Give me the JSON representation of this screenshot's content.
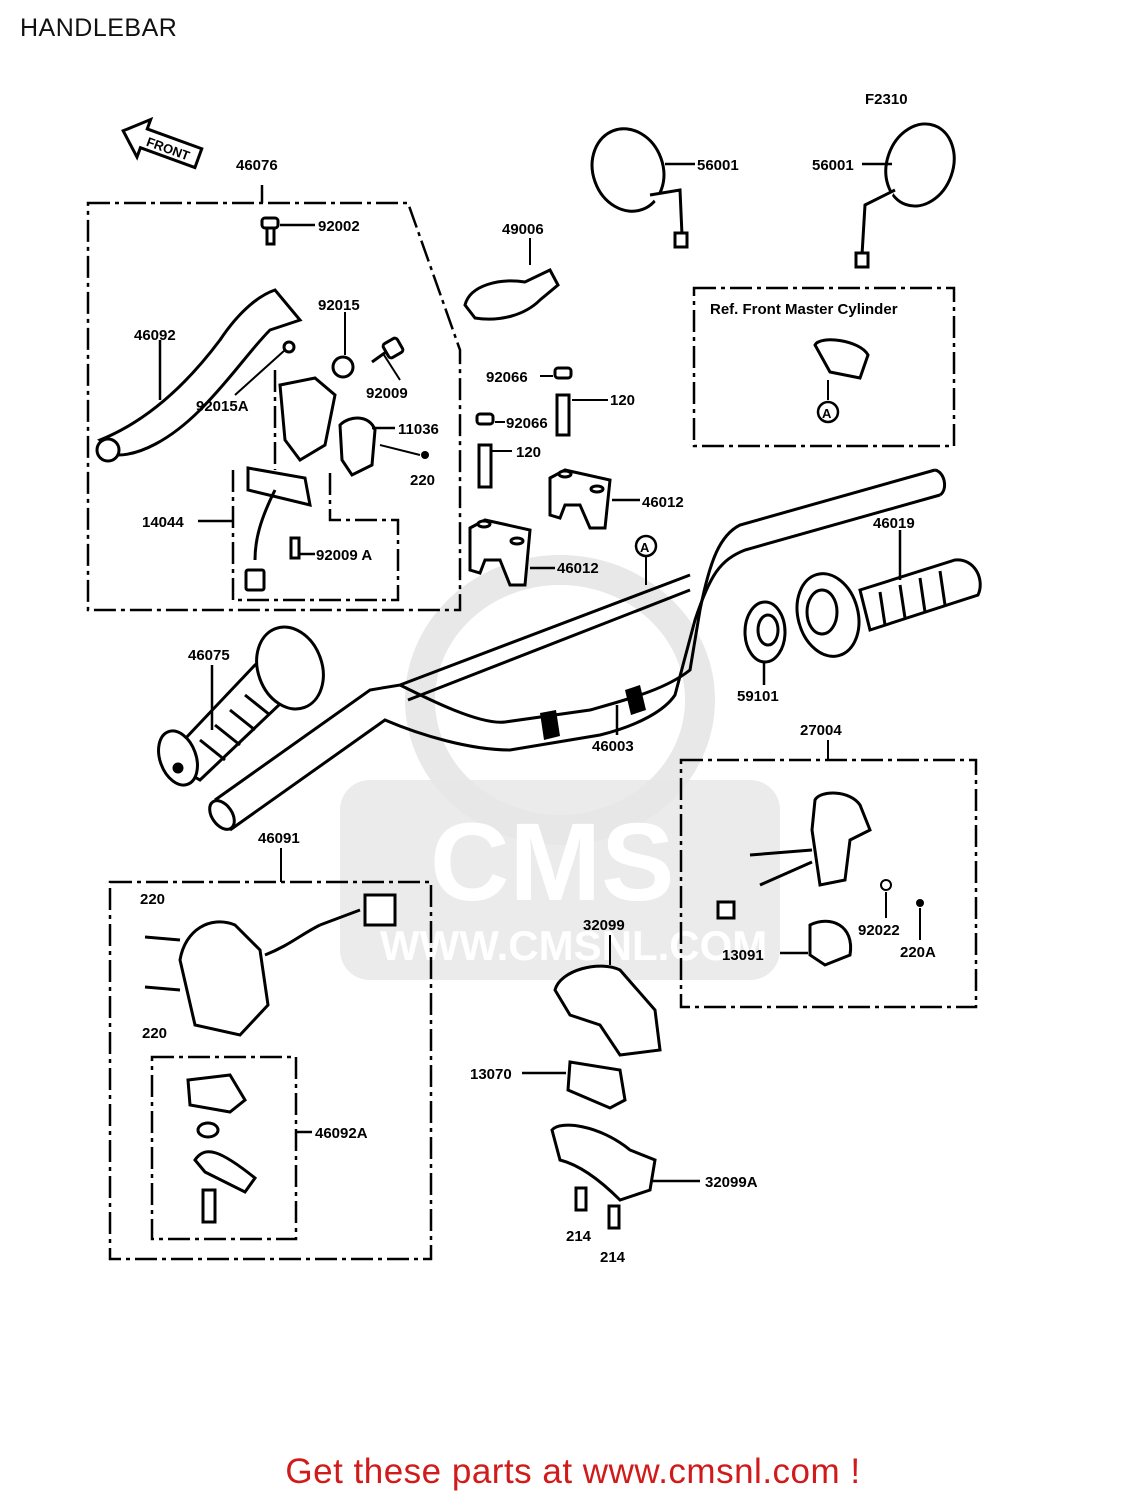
{
  "page": {
    "title": "HANDLEBAR",
    "footer": "Get these parts at www.cmsnl.com !"
  },
  "diagram": {
    "figure_code": "F2310",
    "front_label": "FRONT",
    "ref_note": "Ref. Front Master Cylinder",
    "ref_marker": "A",
    "watermark_logo": "CMS",
    "watermark_url": "WWW.CMSNL.COM",
    "parts": {
      "p46076": "46076",
      "p92002": "92002",
      "p92015": "92015",
      "p46092": "46092",
      "p92009": "92009",
      "p92015A": "92015A",
      "p11036": "11036",
      "p220_top": "220",
      "p14044": "14044",
      "p92009A": "92009 A",
      "p49006": "49006",
      "p56001_left": "56001",
      "p56001_right": "56001",
      "p92066_a": "92066",
      "p120_a": "120",
      "p92066_b": "92066",
      "p120_b": "120",
      "p46012_a": "46012",
      "p46012_b": "46012",
      "p46019": "46019",
      "p46075": "46075",
      "p59101": "59101",
      "p46003": "46003",
      "p27004": "27004",
      "p46091": "46091",
      "p220_a": "220",
      "p220_b": "220",
      "p46092A": "46092A",
      "p32099": "32099",
      "p13070": "13070",
      "p32099A": "32099A",
      "p214_a": "214",
      "p214_b": "214",
      "p92022": "92022",
      "p220A": "220A",
      "p13091": "13091"
    }
  }
}
